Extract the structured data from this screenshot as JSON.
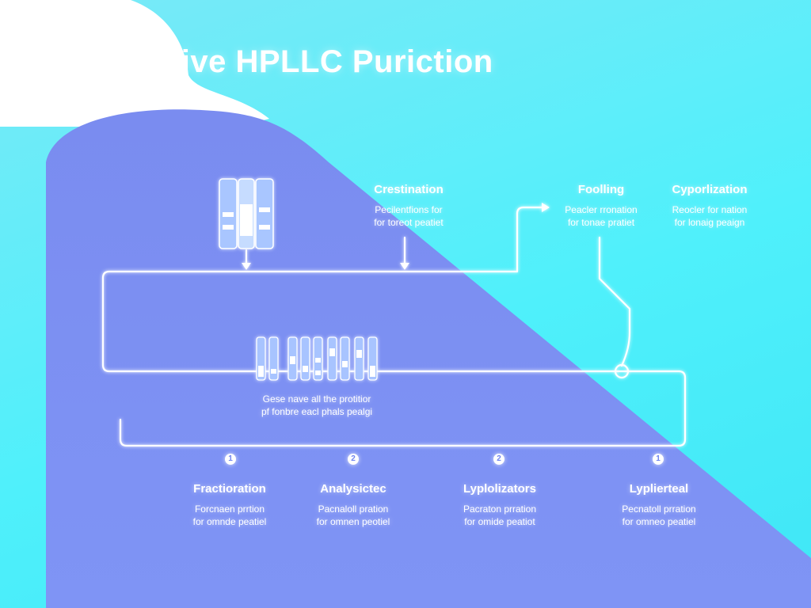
{
  "title": "Prepalitive HPLLC Puriction",
  "top_steps": [
    {
      "title": "Crestination",
      "line1": "Pecilentfions for",
      "line2": "for toreot peatiet"
    },
    {
      "title": "Foolling",
      "line1": "Peacler rronation",
      "line2": "for tonae pratiet"
    },
    {
      "title": "Cyporlization",
      "line1": "Reocler for nation",
      "line2": "for lonaig peaign"
    }
  ],
  "center_caption": {
    "line1": "Gese nave all the protitior",
    "line2": "pf fonbre eacl phals pealgi"
  },
  "bottom_steps": [
    {
      "num": "1",
      "title": "Fractioration",
      "line1": "Forcnaen prrtion",
      "line2": "for omnde peatiel"
    },
    {
      "num": "2",
      "title": "Analysictec",
      "line1": "Pacnaloll pration",
      "line2": "for omnen peotiel"
    },
    {
      "num": "2",
      "title": "Lyplolizators",
      "line1": "Pacraton prration",
      "line2": "for omide peatiot"
    },
    {
      "num": "1",
      "title": "Lyplierteal",
      "line1": "Pecnatoll prration",
      "line2": "for omneo peatiel"
    }
  ]
}
